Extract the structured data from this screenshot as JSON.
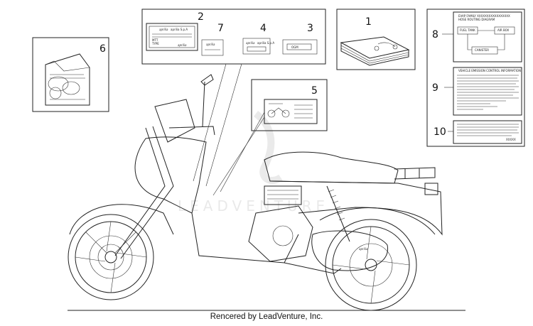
{
  "callouts": [
    "1",
    "2",
    "3",
    "4",
    "5",
    "6",
    "7",
    "8",
    "9",
    "10"
  ],
  "label_text": {
    "brand": "aprilia",
    "brand_small": "aprilia",
    "company": "aprilia S.p.A",
    "company2": "aprilia S.p.A",
    "type": "TYPE",
    "mtt": "MTT",
    "ogm": "OGM",
    "evap": "EVAP FAMILY XXXXXXXXXXXXXXXXX",
    "hose": "HOSE ROUTING DIAGRAM",
    "vehicle_emission": "VEHICLE EMISSION CONTROL INFORMATION",
    "xxxxx": "XXXXX",
    "air_box": "AIR BOX",
    "fuel_tank": "FUEL TANK",
    "canister": "CANISTER"
  },
  "footer": "Rencered by LeadVenture, Inc.",
  "watermark": "LEADVENTURE"
}
